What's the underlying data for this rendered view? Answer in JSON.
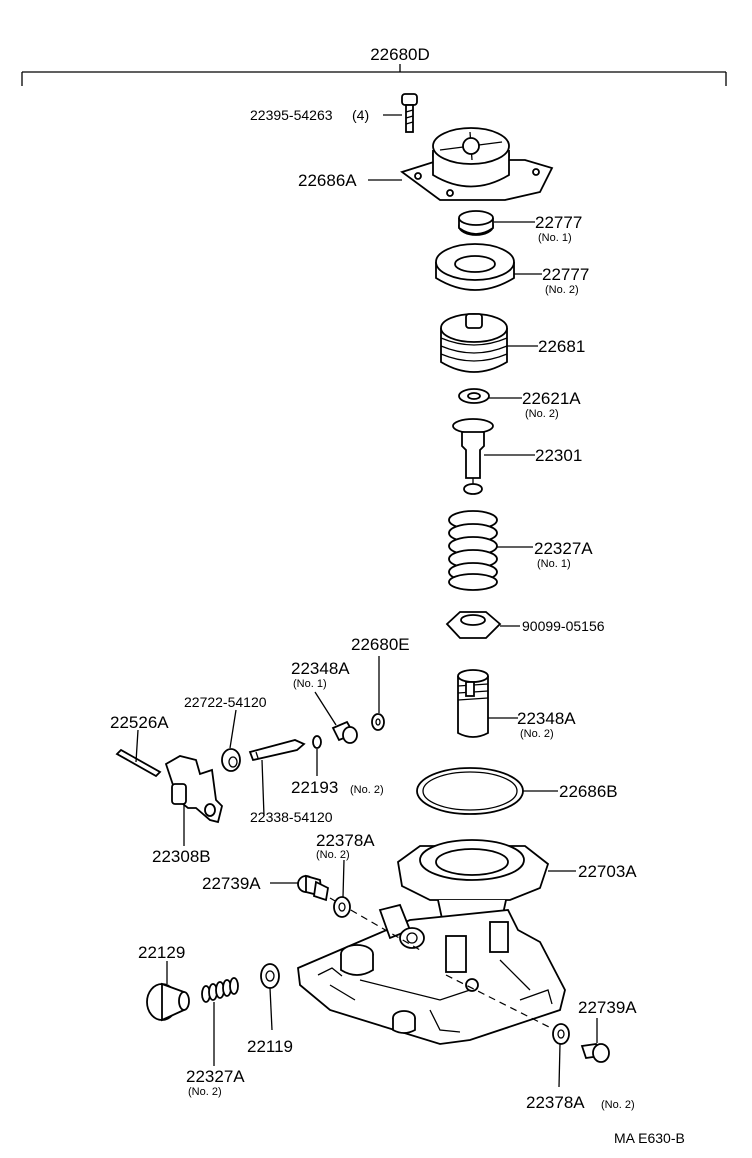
{
  "assembly_number": "22680D",
  "diagram_code": "MA E630-B",
  "parts": {
    "screw": {
      "number": "22395-54263",
      "qty": "(4)"
    },
    "cover": {
      "number": "22686A"
    },
    "weight_no1": {
      "number": "22777",
      "sub": "(No. 1)"
    },
    "weight_no2": {
      "number": "22777",
      "sub": "(No. 2)"
    },
    "piston": {
      "number": "22681"
    },
    "washer_no2": {
      "number": "22621A",
      "sub": "(No. 2)"
    },
    "valve": {
      "number": "22301"
    },
    "spring_no1": {
      "number": "22327A",
      "sub": "(No. 1)"
    },
    "nut": {
      "number": "90099-05156"
    },
    "plug_no2": {
      "number": "22348A",
      "sub": "(No. 2)"
    },
    "oring_large": {
      "number": "22686B"
    },
    "body": {
      "number": "22703A"
    },
    "clip": {
      "number": "22680E"
    },
    "plug_no1": {
      "number": "22348A",
      "sub": "(No. 1)"
    },
    "small_oring": {
      "number": "22193",
      "sub": "(No. 2)"
    },
    "pin_spring": {
      "number": "22722-54120"
    },
    "pin": {
      "number": "22526A"
    },
    "lever_shaft": {
      "number": "22338-54120"
    },
    "lever": {
      "number": "22308B"
    },
    "gasket_upper": {
      "number": "22378A",
      "sub": "(No. 2)"
    },
    "bolt_upper": {
      "number": "22739A"
    },
    "plug_bolt": {
      "number": "22129"
    },
    "spring_lower": {
      "number": "22327A",
      "sub": "(No. 2)"
    },
    "gasket_lower": {
      "number": "22119"
    },
    "bolt_lower": {
      "number": "22739A"
    },
    "gasket_right": {
      "number": "22378A",
      "sub": "(No. 2)"
    }
  }
}
